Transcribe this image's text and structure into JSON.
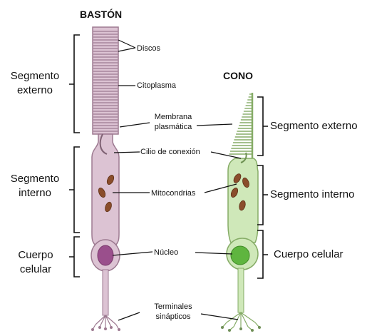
{
  "rod": {
    "title": "BASTÓN",
    "outer_segment": [
      "Segmento",
      "externo"
    ],
    "inner_segment": [
      "Segmento",
      "interno"
    ],
    "cell_body": [
      "Cuerpo",
      "celular"
    ]
  },
  "cone": {
    "title": "CONO",
    "outer_segment": "Segmento externo",
    "inner_segment": "Segmento interno",
    "cell_body": "Cuerpo celular"
  },
  "center_labels": {
    "discs": "Discos",
    "cytoplasm": "Citoplasma",
    "membrane": [
      "Membrana",
      "plasmática"
    ],
    "cilium": "Cilio de conexión",
    "mitochondria": "Mitocondrias",
    "nucleus": "Núcleo",
    "synaptic": [
      "Terminales",
      "sinápticos"
    ]
  },
  "colors": {
    "rod_fill": "#dcc3d3",
    "rod_stroke": "#9d7a91",
    "cone_fill": "#cfe8b9",
    "cone_stroke": "#86ac67",
    "mitochondria": "#8a4d2b",
    "rod_nucleus": "#9a4f8c",
    "cone_nucleus": "#5fb53f"
  }
}
